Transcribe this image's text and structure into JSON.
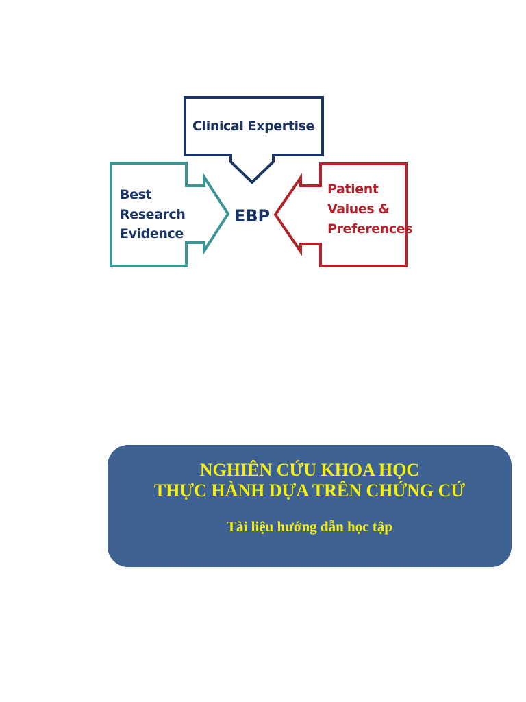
{
  "diagram": {
    "top_box": "Clinical Expertise",
    "left_box": [
      "Best",
      "Research",
      "Evidence"
    ],
    "right_box": [
      "Patient",
      "Values &",
      "Preferences"
    ],
    "center": "EBP",
    "colors": {
      "top": "#1a3564",
      "left": "#3a9593",
      "right": "#b3232c",
      "center": "#1a3564"
    }
  },
  "title_box": {
    "line1": "NGHIÊN CỨU KHOA HỌC",
    "line2": "THỰC HÀNH DỰA TRÊN CHỨNG CỨ",
    "subtitle": "Tài liệu hướng dẫn học tập",
    "background": "#3d6191",
    "text_color": "#f5ef12"
  }
}
